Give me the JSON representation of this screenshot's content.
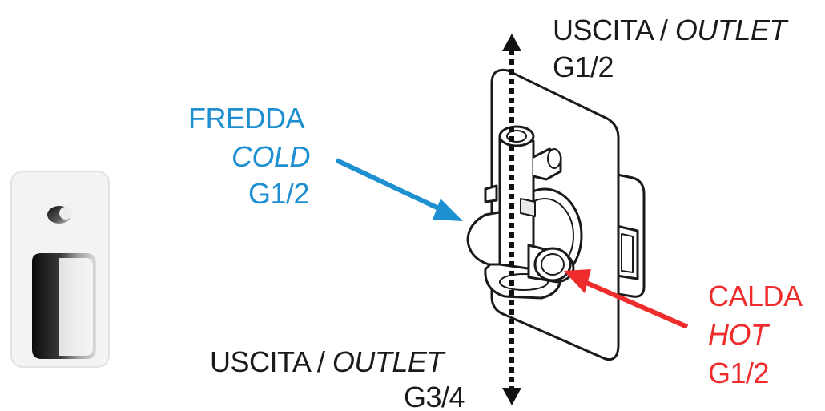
{
  "colors": {
    "cold": "#1e8fd0",
    "hot": "#ee2c2c",
    "outline": "#1a1a1a"
  },
  "labels": {
    "top_outlet": {
      "it": "USCITA",
      "separator": " / ",
      "en": "OUTLET",
      "size": "G1/2"
    },
    "cold": {
      "it": "FREDDA",
      "en": "COLD",
      "size": "G1/2"
    },
    "hot": {
      "it": "CALDA",
      "en": "HOT",
      "size": "G1/2"
    },
    "bottom_outlet": {
      "it": "USCITA",
      "separator": " / ",
      "en": "OUTLET",
      "size": "G3/4"
    }
  },
  "icons": {
    "faceplate_thumbnail": "mixer-faceplate-icon",
    "valve_body": "diverter-valve-body",
    "flow_up": "arrow-up-icon",
    "flow_down": "arrow-down-icon",
    "cold_pointer": "arrow-right-icon",
    "hot_pointer": "arrow-left-icon"
  }
}
